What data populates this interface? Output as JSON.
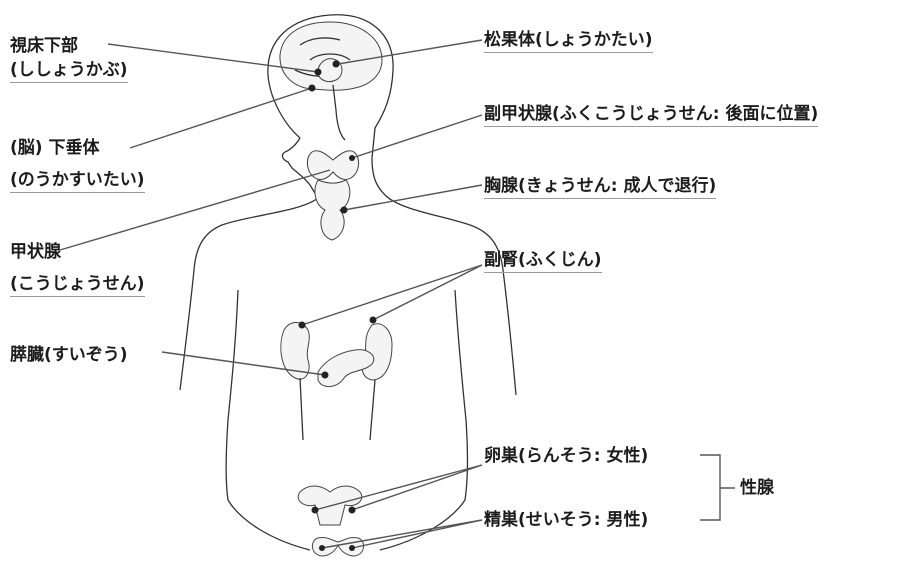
{
  "labels": {
    "hypothalamus_name": "視床下部",
    "hypothalamus_reading": "(ししょうかぶ)",
    "pineal": "松果体(しょうかたい)",
    "pituitary_name": "(脳) 下垂体",
    "pituitary_reading": "(のうかすいたい)",
    "parathyroid": "副甲状腺(ふくこうじょうせん: 後面に位置)",
    "thymus": "胸腺(きょうせん: 成人で退行)",
    "thyroid_name": "甲状腺",
    "thyroid_reading": "(こうじょうせん)",
    "adrenal": "副腎(ふくじん)",
    "pancreas": "膵臓(すいぞう)",
    "ovary": "卵巣(らんそう: 女性)",
    "testis": "精巣(せいそう: 男性)",
    "gonad": "性腺"
  }
}
